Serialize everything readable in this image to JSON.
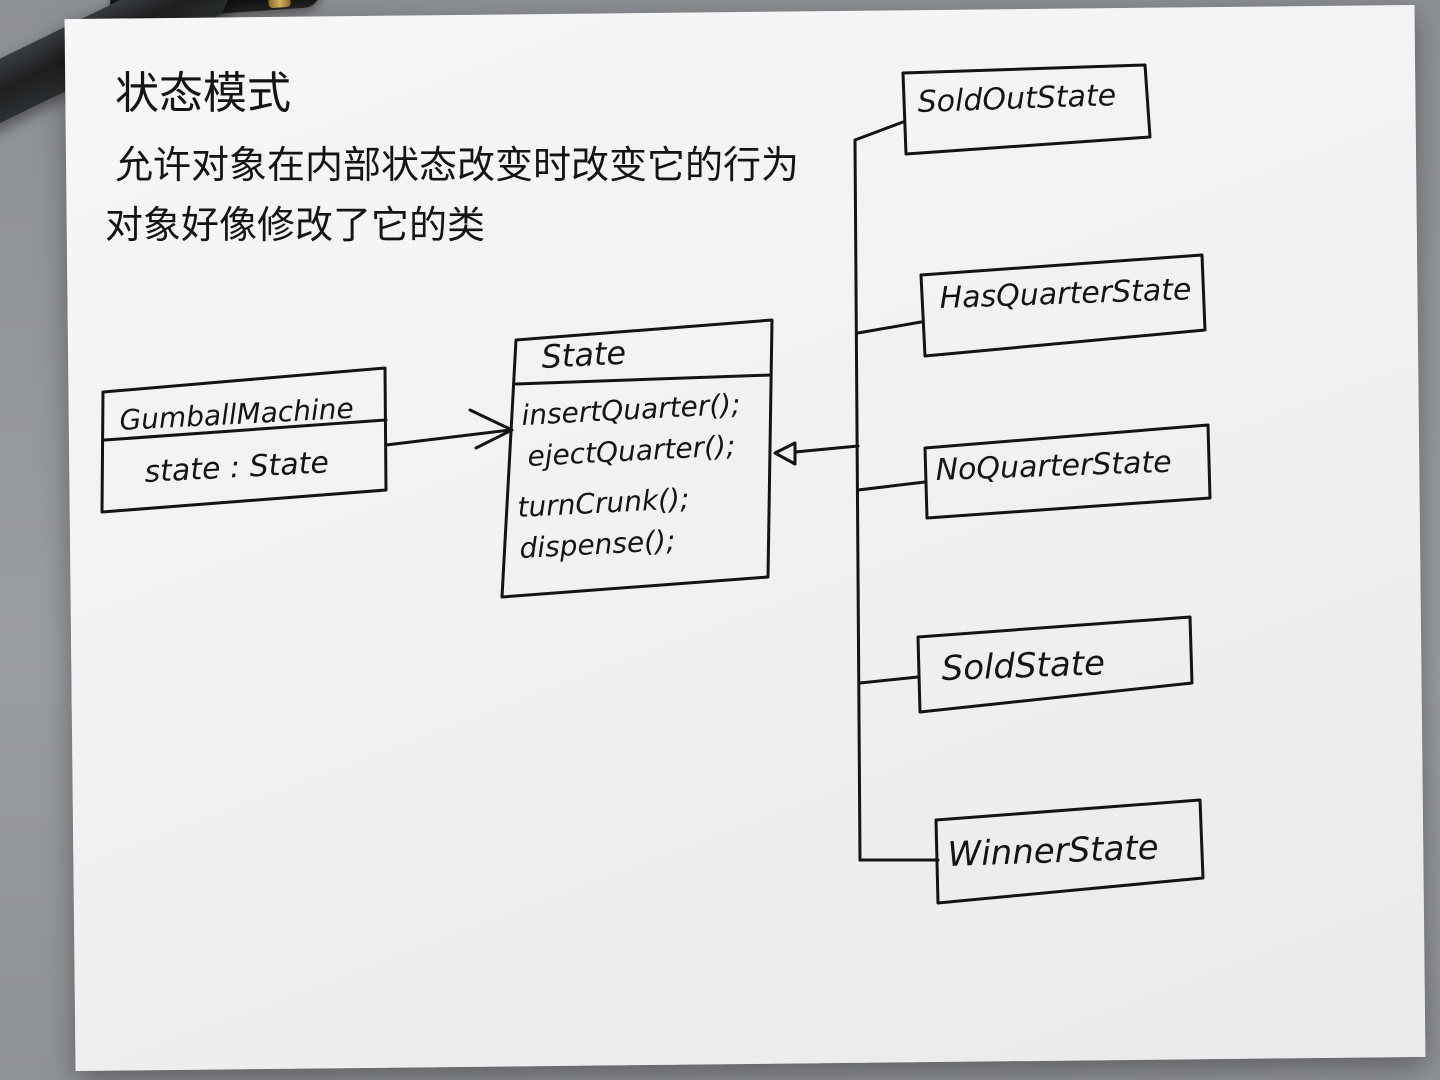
{
  "title": "状态模式",
  "description_lines": [
    "允许对象在内部状态改变时改变它的行为",
    "对象好像修改了它的类"
  ],
  "context_class": {
    "name": "GumballMachine",
    "attribute": "state : State"
  },
  "state_interface": {
    "name": "State",
    "methods": [
      "insertQuarter();",
      "ejectQuarter();",
      "turnCrunk();",
      "dispense();"
    ]
  },
  "concrete_states": [
    "SoldOutState",
    "HasQuarterState",
    "NoQuarterState",
    "SoldState",
    "WinnerState"
  ],
  "colors": {
    "ink": "#141414",
    "paper": "#f2f3f4",
    "background": "#939699"
  }
}
